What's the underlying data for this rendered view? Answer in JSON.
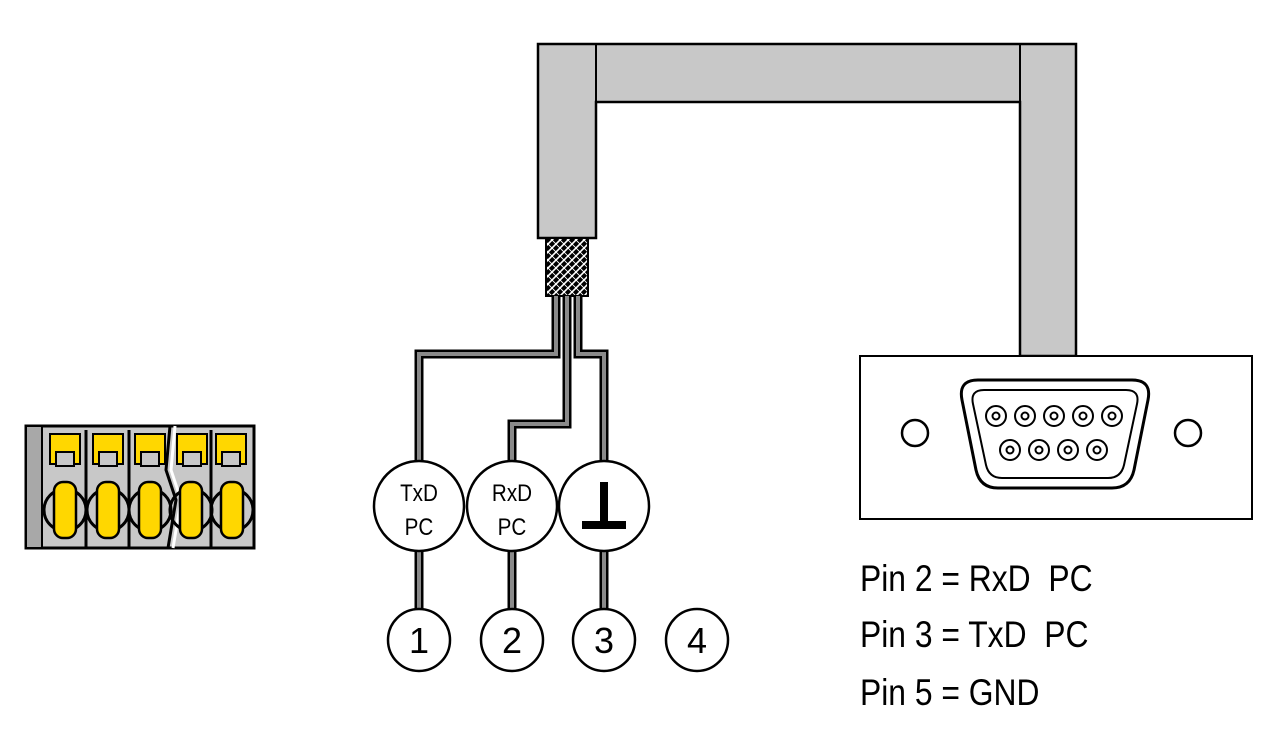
{
  "signals": [
    {
      "line1": "TxD",
      "line2": "PC"
    },
    {
      "line1": "RxD",
      "line2": "PC"
    },
    {
      "symbol": "ground-symbol"
    }
  ],
  "terminals": [
    "1",
    "2",
    "3",
    "4"
  ],
  "pin_legend": [
    "Pin 2 = RxD  PC",
    "Pin 3 = TxD  PC",
    "Pin 5 = GND"
  ],
  "colors": {
    "cable": "#c8c8c8",
    "connector_yellow": "#ffd700",
    "terminal_body": "#c8c8c8",
    "outline": "#000000"
  }
}
